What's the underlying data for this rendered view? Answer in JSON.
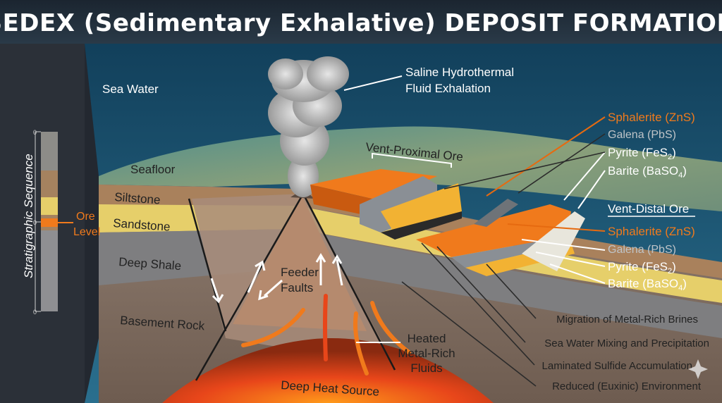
{
  "title": "SEDEX (Sedimentary Exhalative) DEPOSIT FORMATION",
  "labels": {
    "sea_water": "Sea Water",
    "exhalation_1": "Saline Hydrothermal",
    "exhalation_2": "Fluid Exhalation",
    "seafloor": "Seafloor",
    "siltstone": "Siltstone",
    "sandstone": "Sandstone",
    "deep_shale": "Deep Shale",
    "basement_rock": "Basement Rock",
    "feeder_1": "Feeder",
    "feeder_2": "Faults",
    "heated_1": "Heated",
    "heated_2": "Metal-Rich",
    "heated_3": "Fluids",
    "deep_heat": "Deep Heat Source",
    "vent_proximal": "Vent-Proximal Ore",
    "vent_distal": "Vent-Distal Ore"
  },
  "proximal_minerals": {
    "sphalerite": "Sphalerite (ZnS)",
    "galena": "Galena (PbS)",
    "pyrite": "Pyrite (FeS",
    "pyrite_sub": "2",
    "barite": "Barite (BaSO",
    "barite_sub": "4"
  },
  "distal_minerals": {
    "sphalerite": "Sphalerite (ZnS)",
    "galena": "Galena (PbS)",
    "pyrite": "Pyrite (FeS",
    "pyrite_sub": "2",
    "barite": "Barite (BaSO",
    "barite_sub": "4"
  },
  "processes": [
    "Migration of Metal-Rich Brines",
    "Sea Water Mixing and Precipitation",
    "Laminated Sulfide Accumulation",
    "Reduced (Euxinic) Environment"
  ],
  "column": {
    "title": "Stratigraphic Sequence",
    "ore_1": "Ore",
    "ore_2": "Level",
    "tick_top": "0",
    "tick_mid": "0",
    "tick_bottom": "0"
  },
  "colors": {
    "sphalerite": "#f07a1c",
    "galena": "#8a8f95",
    "pyrite": "#f2b233",
    "barite": "#e8e6dc",
    "sea": "#1f5a78"
  }
}
